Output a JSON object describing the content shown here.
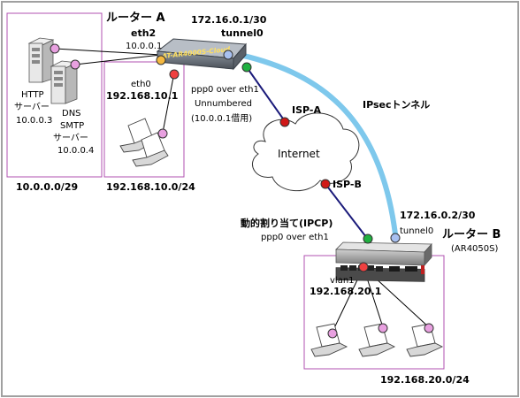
{
  "router_a": {
    "title": "ルーター A",
    "device_label": "AT-AR4000S-Cloud",
    "eth2_label": "eth2",
    "eth2_ip": "10.0.0.1",
    "eth0_label": "eth0",
    "eth0_ip": "192.168.10.1",
    "tunnel_ip": "172.16.0.1/30",
    "tunnel_label": "tunnel0",
    "ppp_label": "ppp0 over eth1",
    "unnumbered": "Unnumbered",
    "unnumbered_note": "(10.0.0.1借用)"
  },
  "dmz": {
    "http_label": "HTTP",
    "http_role": "サーバー",
    "http_ip": "10.0.0.3",
    "dns_label": "DNS",
    "smtp_label": "SMTP",
    "dns_role": "サーバー",
    "dns_ip": "10.0.0.4",
    "subnet": "10.0.0.0/29"
  },
  "lan_a": {
    "subnet": "192.168.10.0/24"
  },
  "internet": {
    "cloud_label": "Internet",
    "isp_a": "ISP-A",
    "isp_b": "ISP-B",
    "ipsec_label": "IPsecトンネル"
  },
  "router_b": {
    "title": "ルーター B",
    "model": "(AR4050S)",
    "tunnel_ip": "172.16.0.2/30",
    "tunnel_label": "tunnel0",
    "dynamic_label": "動的割り当て(IPCP)",
    "ppp_label": "ppp0 over eth1",
    "vlan_label": "vlan1",
    "vlan_ip": "192.168.20.1"
  },
  "lan_b": {
    "subnet": "192.168.20.0/24"
  },
  "colors": {
    "tunnel": "#7ec8ec",
    "link": "#1a1a7a",
    "port_magenta": "#e8a0e0",
    "port_orange": "#f5b840",
    "port_red": "#f04040",
    "port_blue": "#a8c0f0",
    "port_green": "#20b040",
    "port_darkred": "#d01818",
    "frame": "#a0a0a0",
    "site_box": "#b050b0"
  }
}
